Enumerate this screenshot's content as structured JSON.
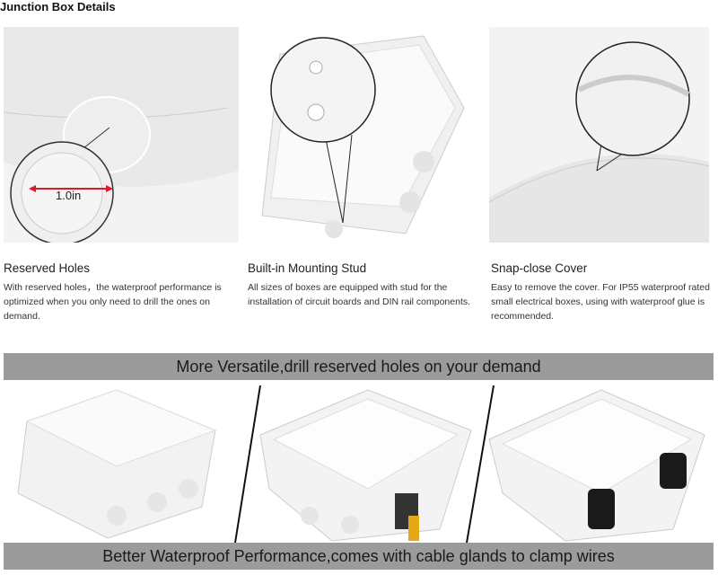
{
  "title": "Junction Box Details",
  "features": [
    {
      "heading": "Reserved Holes",
      "text": "With reserved holes，the waterproof performance is optimized when you only need to drill the ones on demand.",
      "callout": "1.0in"
    },
    {
      "heading": "Built-in Mounting Stud",
      "text": "All sizes of boxes are equipped with stud for the installation of circuit boards and DIN rail components."
    },
    {
      "heading": "Snap-close Cover",
      "text": "Easy to remove the cover. For IP55 waterproof rated small electrical boxes, using with waterproof glue is recommended."
    }
  ],
  "banner_top": "More Versatile,drill reserved holes on your demand",
  "banner_bottom": "Better Waterproof Performance,comes with cable glands to clamp wires",
  "colors": {
    "banner": "#9b9b9b",
    "arrow": "#e0182b"
  }
}
